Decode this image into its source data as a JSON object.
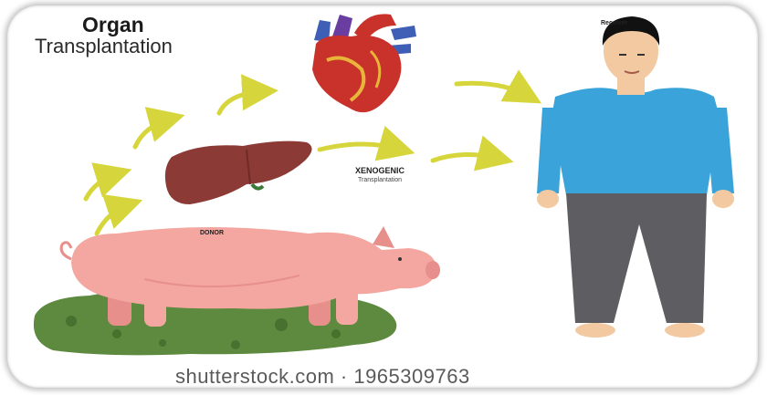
{
  "header": {
    "title_line1": "Organ",
    "title_line2": "Transplantation"
  },
  "labels": {
    "receiver": "Receiver",
    "method_title": "XENOGENIC",
    "method_subtitle": "Transplantation",
    "donor": "DONOR"
  },
  "footer": {
    "watermark": "shutterstock.com · 1965309763"
  },
  "colors": {
    "arrow": "#d6d63c",
    "shirt": "#3aa3d9",
    "pants": "#5d5d62",
    "pig": "#f4a7a0",
    "grass": "#5e8a3f",
    "liver": "#8b3a36",
    "heart": "#c9322b"
  }
}
